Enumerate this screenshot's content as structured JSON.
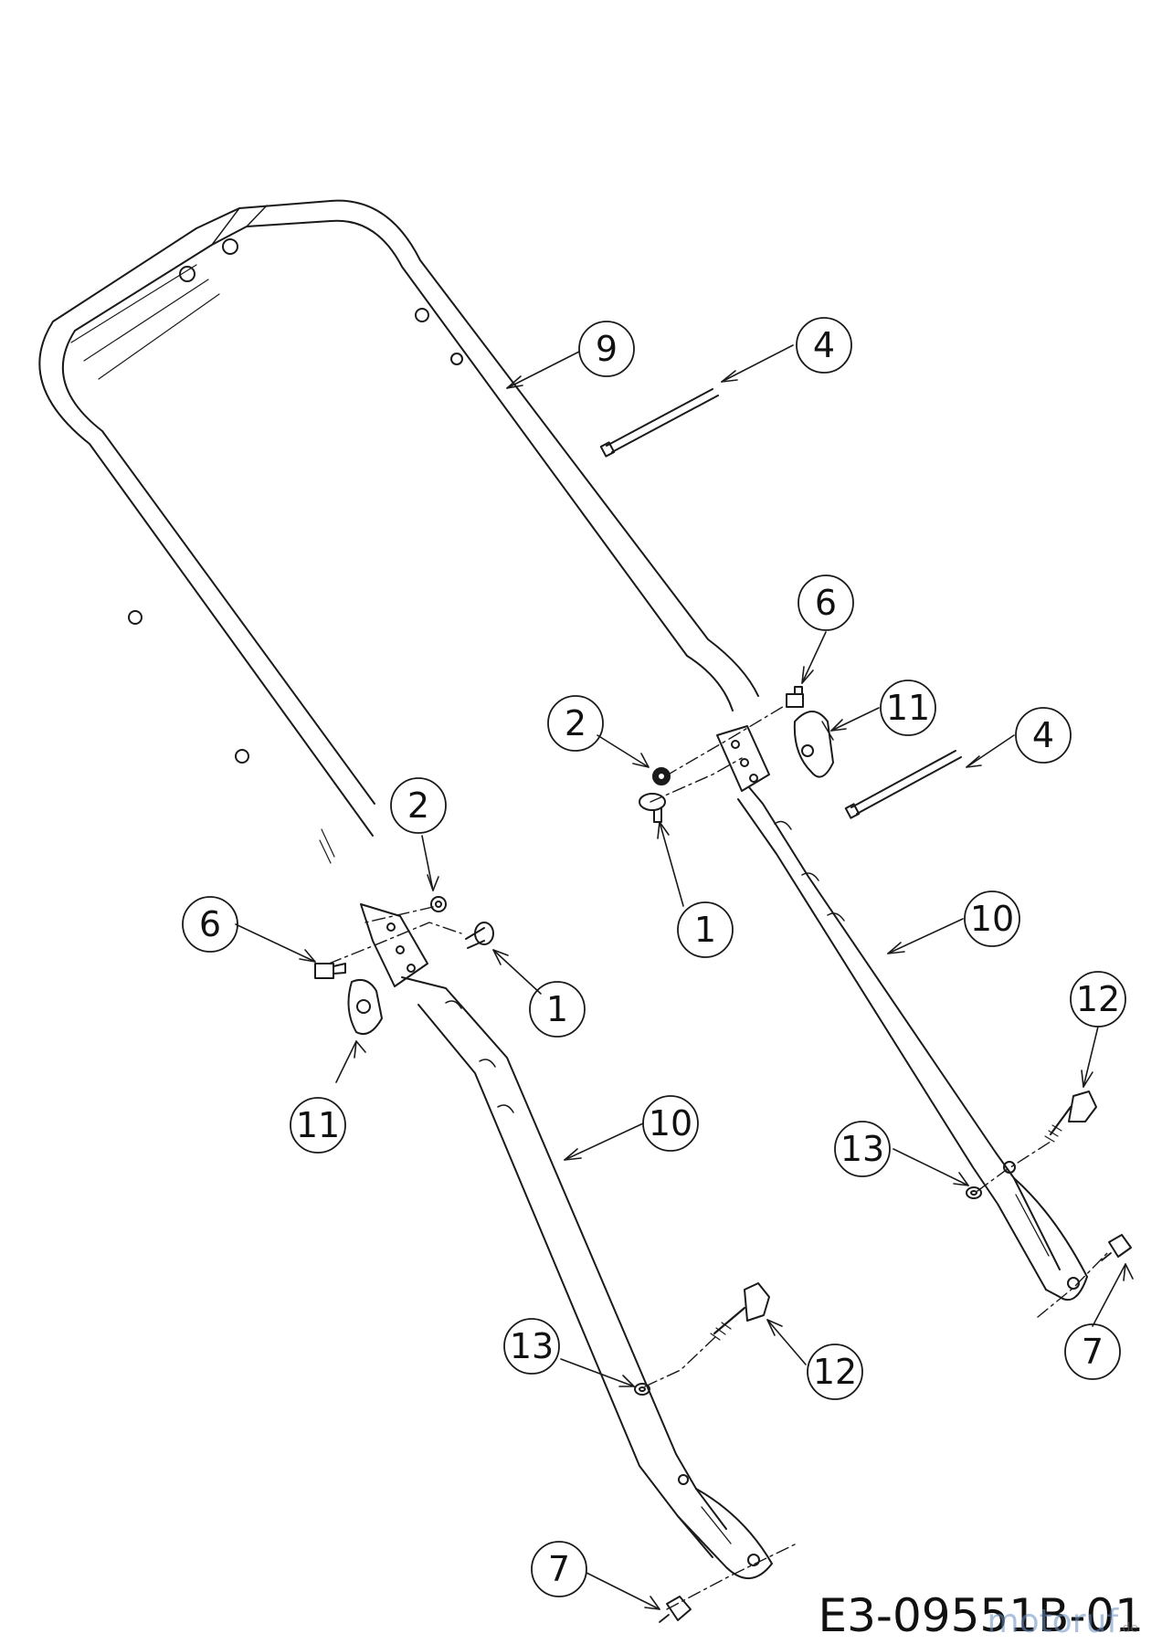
{
  "colors": {
    "line": "#1a1a1a",
    "background": "#ffffff"
  },
  "callouts": {
    "c9": "9",
    "c4_top": "4",
    "c6_right": "6",
    "c11_right": "11",
    "c2_right": "2",
    "c4_mid": "4",
    "c1_right": "1",
    "c10_right": "10",
    "c2_left": "2",
    "c6_left": "6",
    "c1_left": "1",
    "c11_left": "11",
    "c10_left": "10",
    "c12_right": "12",
    "c13_right": "13",
    "c7_right": "7",
    "c13_left": "13",
    "c12_left": "12",
    "c7_left": "7"
  },
  "drawing_code": "E3-09551B-01",
  "watermark": "motoruf",
  "watermark_suffix": ".de"
}
